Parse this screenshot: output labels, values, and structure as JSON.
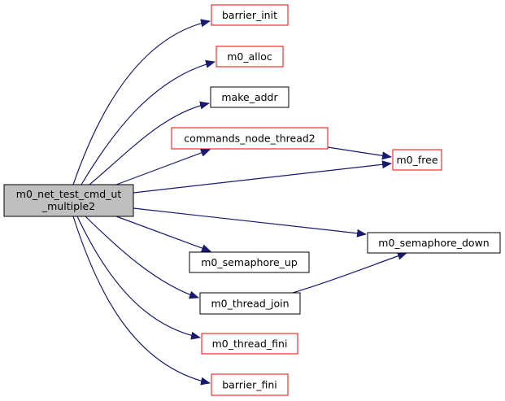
{
  "graph": {
    "root": {
      "id": "root",
      "lines": [
        "m0_net_test_cmd_ut",
        "_multiple2"
      ],
      "fill": "#bfbfbf",
      "border": "#000000"
    },
    "nodes": [
      {
        "id": "barrier_init",
        "label": "barrier_init",
        "border": "#ff0000"
      },
      {
        "id": "m0_alloc",
        "label": "m0_alloc",
        "border": "#ff0000"
      },
      {
        "id": "make_addr",
        "label": "make_addr",
        "border": "#000000"
      },
      {
        "id": "commands_node_thread2",
        "label": "commands_node_thread2",
        "border": "#ff0000"
      },
      {
        "id": "m0_free",
        "label": "m0_free",
        "border": "#ff0000"
      },
      {
        "id": "m0_semaphore_down",
        "label": "m0_semaphore_down",
        "border": "#000000"
      },
      {
        "id": "m0_semaphore_up",
        "label": "m0_semaphore_up",
        "border": "#000000"
      },
      {
        "id": "m0_thread_join",
        "label": "m0_thread_join",
        "border": "#000000"
      },
      {
        "id": "m0_thread_fini",
        "label": "m0_thread_fini",
        "border": "#ff0000"
      },
      {
        "id": "barrier_fini",
        "label": "barrier_fini",
        "border": "#ff0000"
      }
    ],
    "edges": [
      [
        "root",
        "barrier_init"
      ],
      [
        "root",
        "m0_alloc"
      ],
      [
        "root",
        "make_addr"
      ],
      [
        "root",
        "commands_node_thread2"
      ],
      [
        "root",
        "m0_free"
      ],
      [
        "commands_node_thread2",
        "m0_free"
      ],
      [
        "root",
        "m0_semaphore_down"
      ],
      [
        "root",
        "m0_semaphore_up"
      ],
      [
        "root",
        "m0_thread_join"
      ],
      [
        "m0_thread_join",
        "m0_semaphore_down"
      ],
      [
        "root",
        "m0_thread_fini"
      ],
      [
        "root",
        "barrier_fini"
      ]
    ],
    "edge_color": "#191970"
  }
}
